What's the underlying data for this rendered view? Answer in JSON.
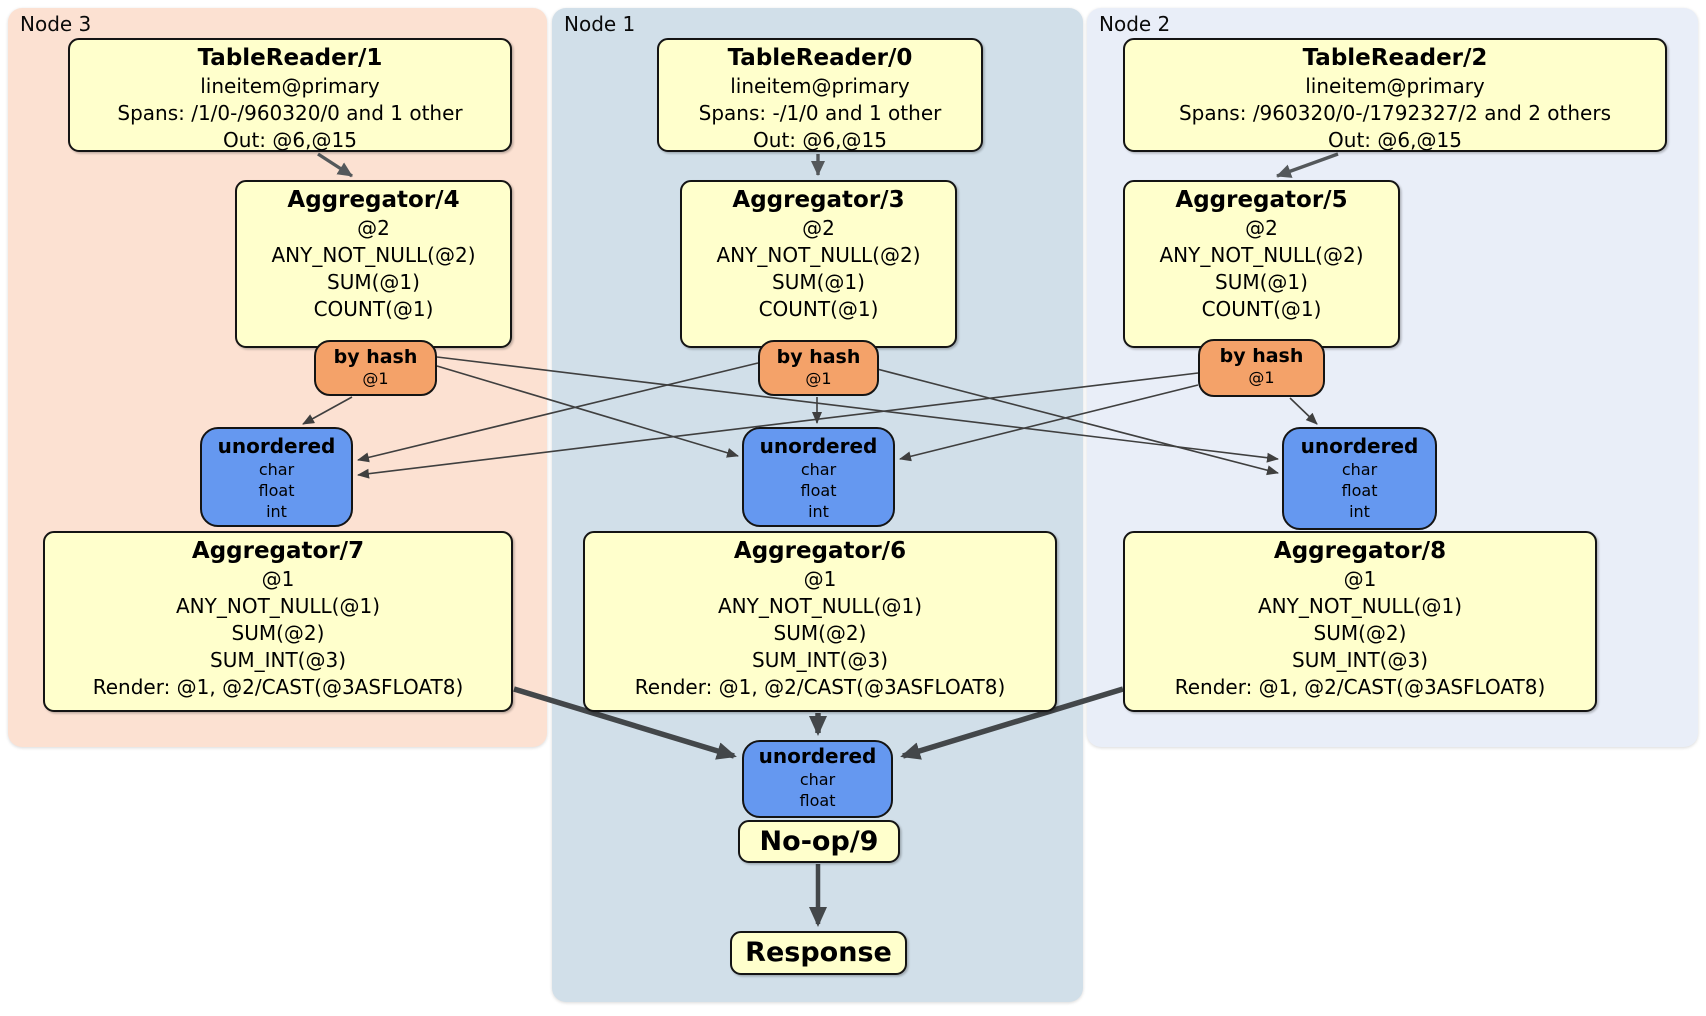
{
  "regions": [
    {
      "id": "node3",
      "label": "Node 3"
    },
    {
      "id": "node1",
      "label": "Node 1"
    },
    {
      "id": "node2",
      "label": "Node 2"
    }
  ],
  "processors": {
    "tablereader1": {
      "title": "TableReader/1",
      "lines": [
        "lineitem@primary",
        "Spans: /1/0-/960320/0 and 1 other",
        "Out: @6,@15"
      ]
    },
    "tablereader0": {
      "title": "TableReader/0",
      "lines": [
        "lineitem@primary",
        "Spans: -/1/0 and 1 other",
        "Out: @6,@15"
      ]
    },
    "tablereader2": {
      "title": "TableReader/2",
      "lines": [
        "lineitem@primary",
        "Spans: /960320/0-/1792327/2 and 2 others",
        "Out: @6,@15"
      ]
    },
    "aggregator4": {
      "title": "Aggregator/4",
      "lines": [
        "@2",
        "ANY_NOT_NULL(@2)",
        "SUM(@1)",
        "COUNT(@1)"
      ]
    },
    "aggregator3": {
      "title": "Aggregator/3",
      "lines": [
        "@2",
        "ANY_NOT_NULL(@2)",
        "SUM(@1)",
        "COUNT(@1)"
      ]
    },
    "aggregator5": {
      "title": "Aggregator/5",
      "lines": [
        "@2",
        "ANY_NOT_NULL(@2)",
        "SUM(@1)",
        "COUNT(@1)"
      ]
    },
    "aggregator7": {
      "title": "Aggregator/7",
      "lines": [
        "@1",
        "ANY_NOT_NULL(@1)",
        "SUM(@2)",
        "SUM_INT(@3)",
        "Render: @1, @2/CAST(@3ASFLOAT8)"
      ]
    },
    "aggregator6": {
      "title": "Aggregator/6",
      "lines": [
        "@1",
        "ANY_NOT_NULL(@1)",
        "SUM(@2)",
        "SUM_INT(@3)",
        "Render: @1, @2/CAST(@3ASFLOAT8)"
      ]
    },
    "aggregator8": {
      "title": "Aggregator/8",
      "lines": [
        "@1",
        "ANY_NOT_NULL(@1)",
        "SUM(@2)",
        "SUM_INT(@3)",
        "Render: @1, @2/CAST(@3ASFLOAT8)"
      ]
    },
    "noop": {
      "title": "No-op/9"
    },
    "response": {
      "title": "Response"
    }
  },
  "routers": {
    "byhash_node3": {
      "title": "by hash",
      "detail": "@1"
    },
    "byhash_node1": {
      "title": "by hash",
      "detail": "@1"
    },
    "byhash_node2": {
      "title": "by hash",
      "detail": "@1"
    }
  },
  "syncs": {
    "unordered_node3": {
      "title": "unordered",
      "lines": [
        "char",
        "float",
        "int"
      ]
    },
    "unordered_node1": {
      "title": "unordered",
      "lines": [
        "char",
        "float",
        "int"
      ]
    },
    "unordered_node2": {
      "title": "unordered",
      "lines": [
        "char",
        "float",
        "int"
      ]
    },
    "unordered_final": {
      "title": "unordered",
      "lines": [
        "char",
        "float"
      ]
    }
  },
  "colors": {
    "node3_bg": "#fce1d2",
    "node1_bg": "#d1dfe9",
    "node2_bg": "#e9eef8",
    "processor_fill": "#ffffcc",
    "router_fill": "#f4a269",
    "sync_fill": "#6598f0",
    "edge_thin": "#3f3f3f",
    "edge_thick": "#43474a"
  }
}
